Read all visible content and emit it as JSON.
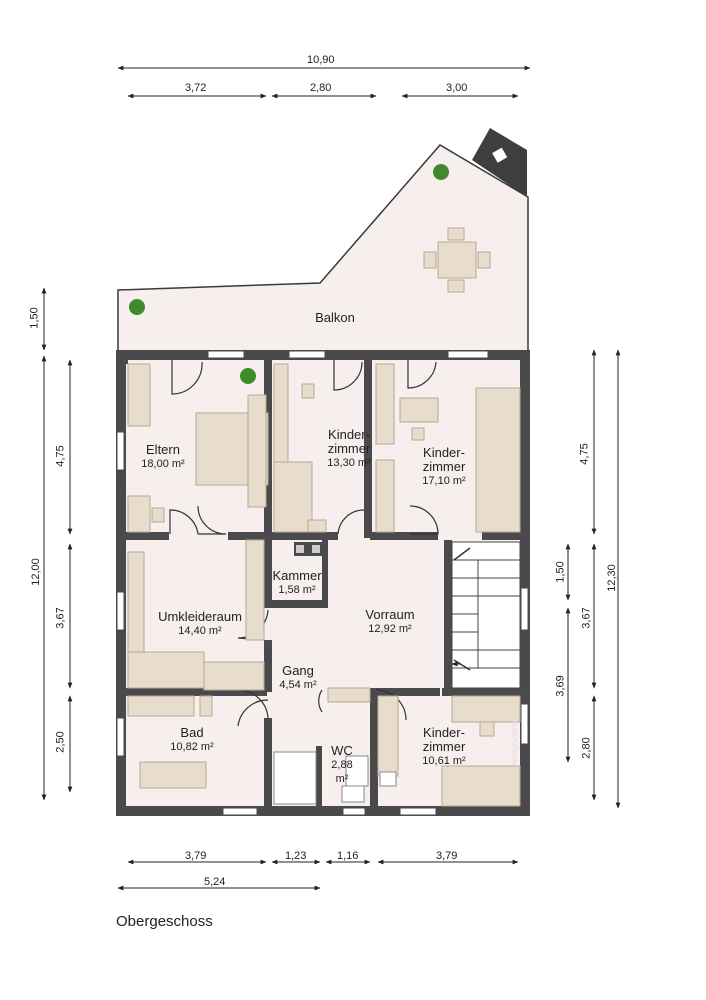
{
  "rooms": {
    "balkon": {
      "name": "Balkon"
    },
    "eltern": {
      "name": "Eltern",
      "area": "18,00 m²"
    },
    "kinder1": {
      "name1": "Kinder-",
      "name2": "zimmer",
      "area": "13,30 m²"
    },
    "kinder2": {
      "name1": "Kinder-",
      "name2": "zimmer",
      "area": "17,10 m²"
    },
    "kammer": {
      "name": "Kammer",
      "area": "1,58 m²"
    },
    "umkleide": {
      "name": "Umkleideraum",
      "area": "14,40 m²"
    },
    "vorraum": {
      "name": "Vorraum",
      "area": "12,92 m²"
    },
    "gang": {
      "name": "Gang",
      "area": "4,54 m²"
    },
    "bad": {
      "name": "Bad",
      "area": "10,82 m²"
    },
    "wc": {
      "name": "WC",
      "area1": "2,88",
      "area2": "m²"
    },
    "kinder3": {
      "name1": "Kinder-",
      "name2": "zimmer",
      "area": "10,61 m²"
    }
  },
  "dimensions": {
    "top_total": "10,90",
    "top_1": "3,72",
    "top_2": "2,80",
    "top_3": "3,00",
    "bottom_1": "3,79",
    "bottom_2": "1,23",
    "bottom_3": "1,16",
    "bottom_4": "3,79",
    "bottom_total": "5,24",
    "left_balkon": "1,50",
    "left_total": "12,00",
    "left_1": "4,75",
    "left_2": "3,67",
    "left_3": "2,50",
    "right_1": "4,75",
    "right_2": "1,50",
    "right_3": "3,67",
    "right_4": "3,69",
    "right_5": "2,80",
    "right_total": "12,30"
  },
  "caption": "Obergeschoss",
  "brand": "Immogrundriss",
  "colors": {
    "wall": "#4a4a4c",
    "floor": "#f7eeee",
    "furniture": "#e8dccd",
    "furniture_edge": "#b9a994",
    "plant": "#3f8a2a"
  }
}
